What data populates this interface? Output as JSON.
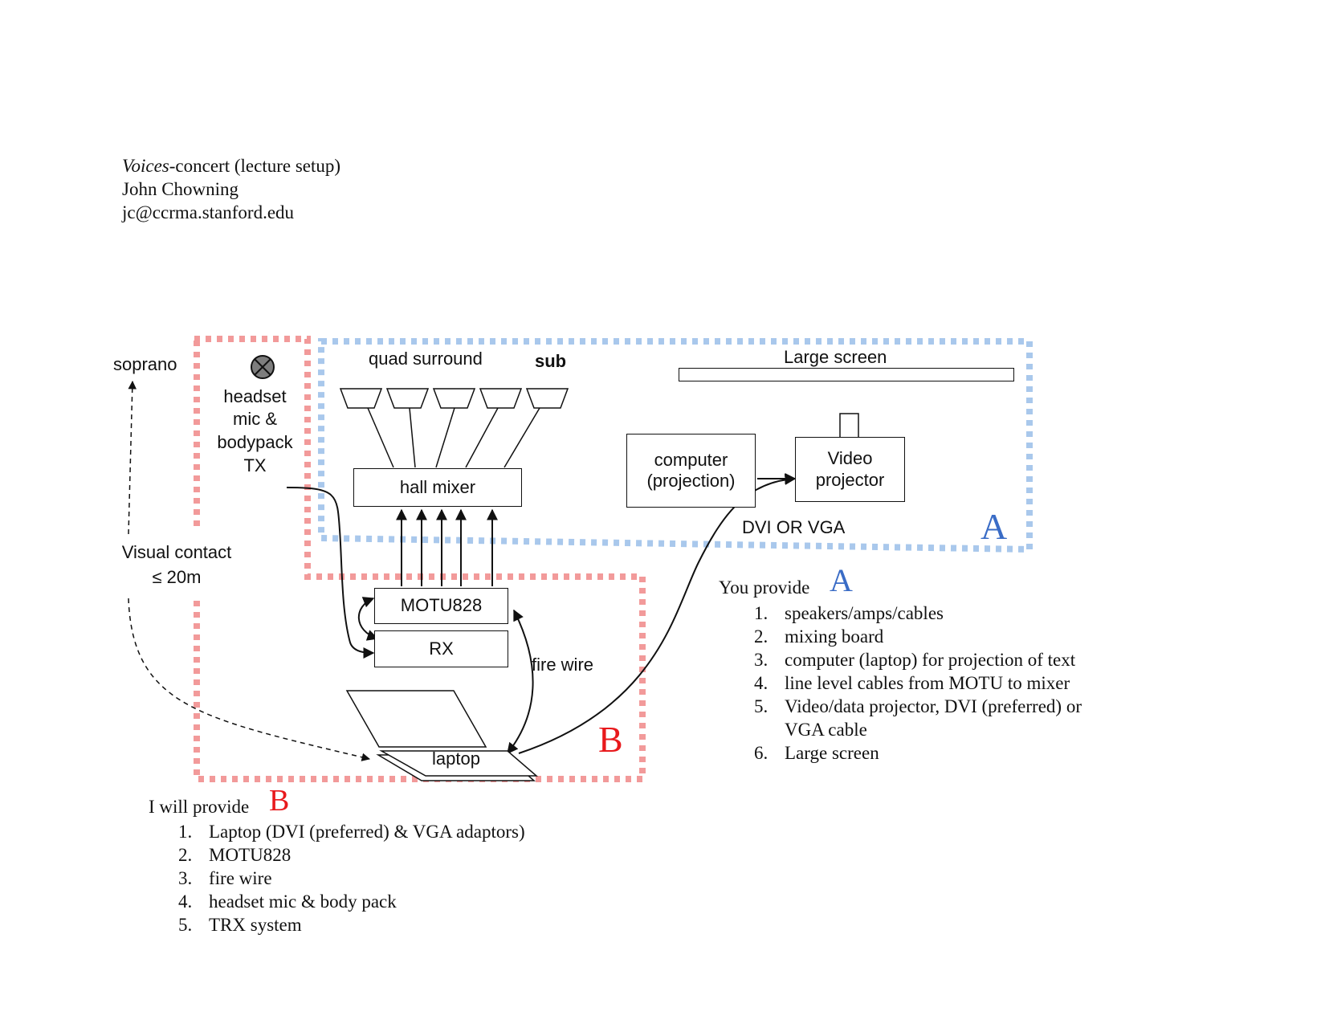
{
  "header": {
    "title_italic": "Voices",
    "title_rest": "-concert (lecture setup)",
    "author": "John Chowning",
    "email": "jc@ccrma.stanford.edu"
  },
  "colors": {
    "zone_a": "#a9c8ec",
    "zone_b": "#f29a9a",
    "letter_a": "#3a6cc6",
    "letter_b": "#e8191c"
  },
  "diagram": {
    "soprano": "soprano",
    "visual_contact_line1": "Visual contact",
    "visual_contact_line2": "≤ 20m",
    "mic_icon": "mic-symbol-icon",
    "headset_lines": [
      "headset",
      "mic &",
      "bodypack",
      "TX"
    ],
    "quad_surround": "quad surround",
    "sub": "sub",
    "large_screen": "Large screen",
    "hall_mixer": "hall mixer",
    "computer_line1": "computer",
    "computer_line2": "(projection)",
    "video_line1": "Video",
    "video_line2": "projector",
    "dvi_or_vga": "DVI OR VGA",
    "zone_a_letter": "A",
    "motu": "MOTU828",
    "rx": "RX",
    "fire_wire": "fire wire",
    "laptop": "laptop",
    "zone_b_letter": "B"
  },
  "you_provide": {
    "label": "You  provide",
    "letter": "A",
    "items": [
      {
        "num": "1.",
        "lines": [
          "speakers/amps/cables"
        ]
      },
      {
        "num": "2.",
        "lines": [
          "mixing board"
        ]
      },
      {
        "num": "3.",
        "lines": [
          "computer (laptop) for projection of text"
        ]
      },
      {
        "num": "4.",
        "lines": [
          "line level cables from MOTU to mixer"
        ]
      },
      {
        "num": "5.",
        "lines": [
          "Video/data projector, DVI (preferred) or",
          "VGA cable"
        ]
      },
      {
        "num": "6.",
        "lines": [
          "Large screen"
        ]
      }
    ]
  },
  "i_will_provide": {
    "label": "I will provide",
    "letter": "B",
    "items": [
      {
        "num": "1.",
        "text": "Laptop (DVI (preferred) & VGA adaptors)"
      },
      {
        "num": "2.",
        "text": "MOTU828"
      },
      {
        "num": "3.",
        "text": "fire wire"
      },
      {
        "num": "4.",
        "text": "headset mic & body pack"
      },
      {
        "num": "5.",
        "text": "TRX system"
      }
    ]
  }
}
